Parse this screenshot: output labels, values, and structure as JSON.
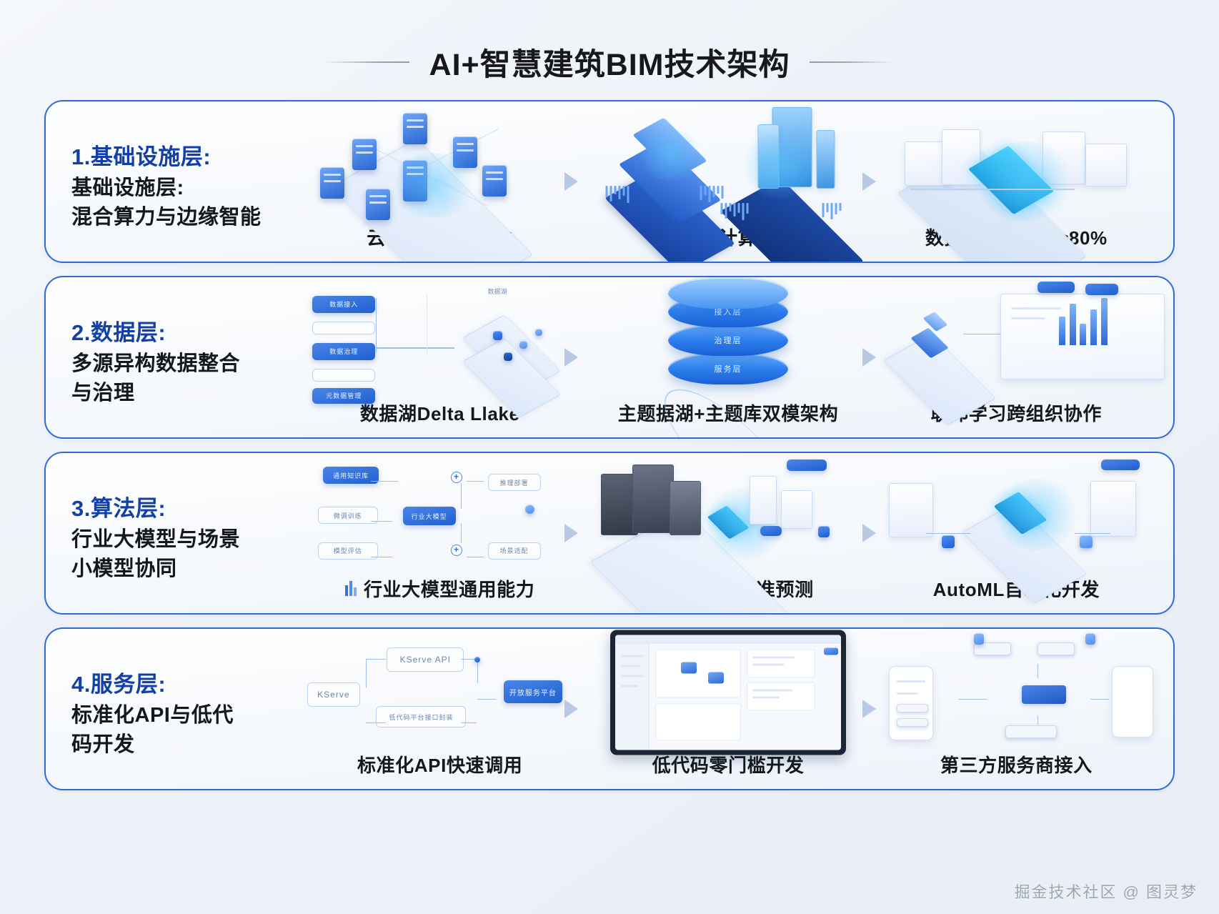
{
  "header": {
    "title": "AI+智慧建筑BIM技术架构"
  },
  "watermark": "掘金技术社区 @ 图灵梦",
  "colors": {
    "accent_blue": "#2f6ad6",
    "label_blue": "#1340a6",
    "text_dark": "#14171c",
    "page_bg": "#eef2f8",
    "card_border": "#2f6ad6"
  },
  "layers": [
    {
      "index": "1",
      "head": "1.基础设施层:",
      "body_line1": "基础设施层:",
      "body_line2": "混合算力与边缘智能",
      "panels": [
        {
          "caption": "云-边-端混合算力",
          "illustration": "cloud-edge-device-nodes-icon",
          "has_mini_icon": false
        },
        {
          "caption": "边缘AI计算盒子",
          "illustration": "edge-ai-chip-stack-icon",
          "has_mini_icon": false
        },
        {
          "caption": "数据本地处理率≥80%",
          "illustration": "data-center-building-icon",
          "has_mini_icon": false
        }
      ]
    },
    {
      "index": "2",
      "head": "2.数据层:",
      "body_line1": "多源异构数据整合",
      "body_line2": "与治理",
      "panels": [
        {
          "caption": "数据湖Delta Llake",
          "illustration": "data-pipeline-flow-icon",
          "has_mini_icon": false
        },
        {
          "caption": "主题据湖+主题库双模架构",
          "illustration": "database-cylinder-stack-icon",
          "has_mini_icon": false
        },
        {
          "caption": "联邦学习跨组织协作",
          "illustration": "federated-dashboard-icon",
          "has_mini_icon": false
        }
      ]
    },
    {
      "index": "3",
      "head": "3.算法层:",
      "body_line1": "行业大模型与场景",
      "body_line2": "小模型协同",
      "panels": [
        {
          "caption": "行业大模型通用能力",
          "illustration": "model-flowchart-icon",
          "has_mini_icon": true
        },
        {
          "caption": "场景小模型精准预测",
          "illustration": "smart-city-scene-icon",
          "has_mini_icon": false
        },
        {
          "caption": "AutoML自动化开发",
          "illustration": "automl-pipeline-icon",
          "has_mini_icon": false
        }
      ]
    },
    {
      "index": "4",
      "head": "4.服务层:",
      "body_line1": "标准化API与低代",
      "body_line2": "码开发",
      "panels": [
        {
          "caption": "标准化API快速调用",
          "illustration": "api-flow-diagram-icon",
          "has_mini_icon": false
        },
        {
          "caption": "低代码零门槛开发",
          "illustration": "lowcode-monitor-icon",
          "has_mini_icon": false
        },
        {
          "caption": "第三方服务商接入",
          "illustration": "third-party-devices-icon",
          "has_mini_icon": false
        }
      ]
    }
  ],
  "illustration_labels": {
    "r2p1_nodes": [
      "数据接入",
      "数据治理",
      "元数据管理"
    ],
    "r2p1_right": "数据湖",
    "r3p1_nodes": [
      "通用知识库",
      "行业大模型",
      "场景适配",
      "微调训练",
      "推理部署",
      "模型评估"
    ],
    "r4p1_nodes": [
      "KServe",
      "KServe API",
      "低代码平台接口封装",
      "开放服务平台"
    ],
    "db_tiers": [
      "接入层",
      "治理层",
      "服务层"
    ]
  }
}
